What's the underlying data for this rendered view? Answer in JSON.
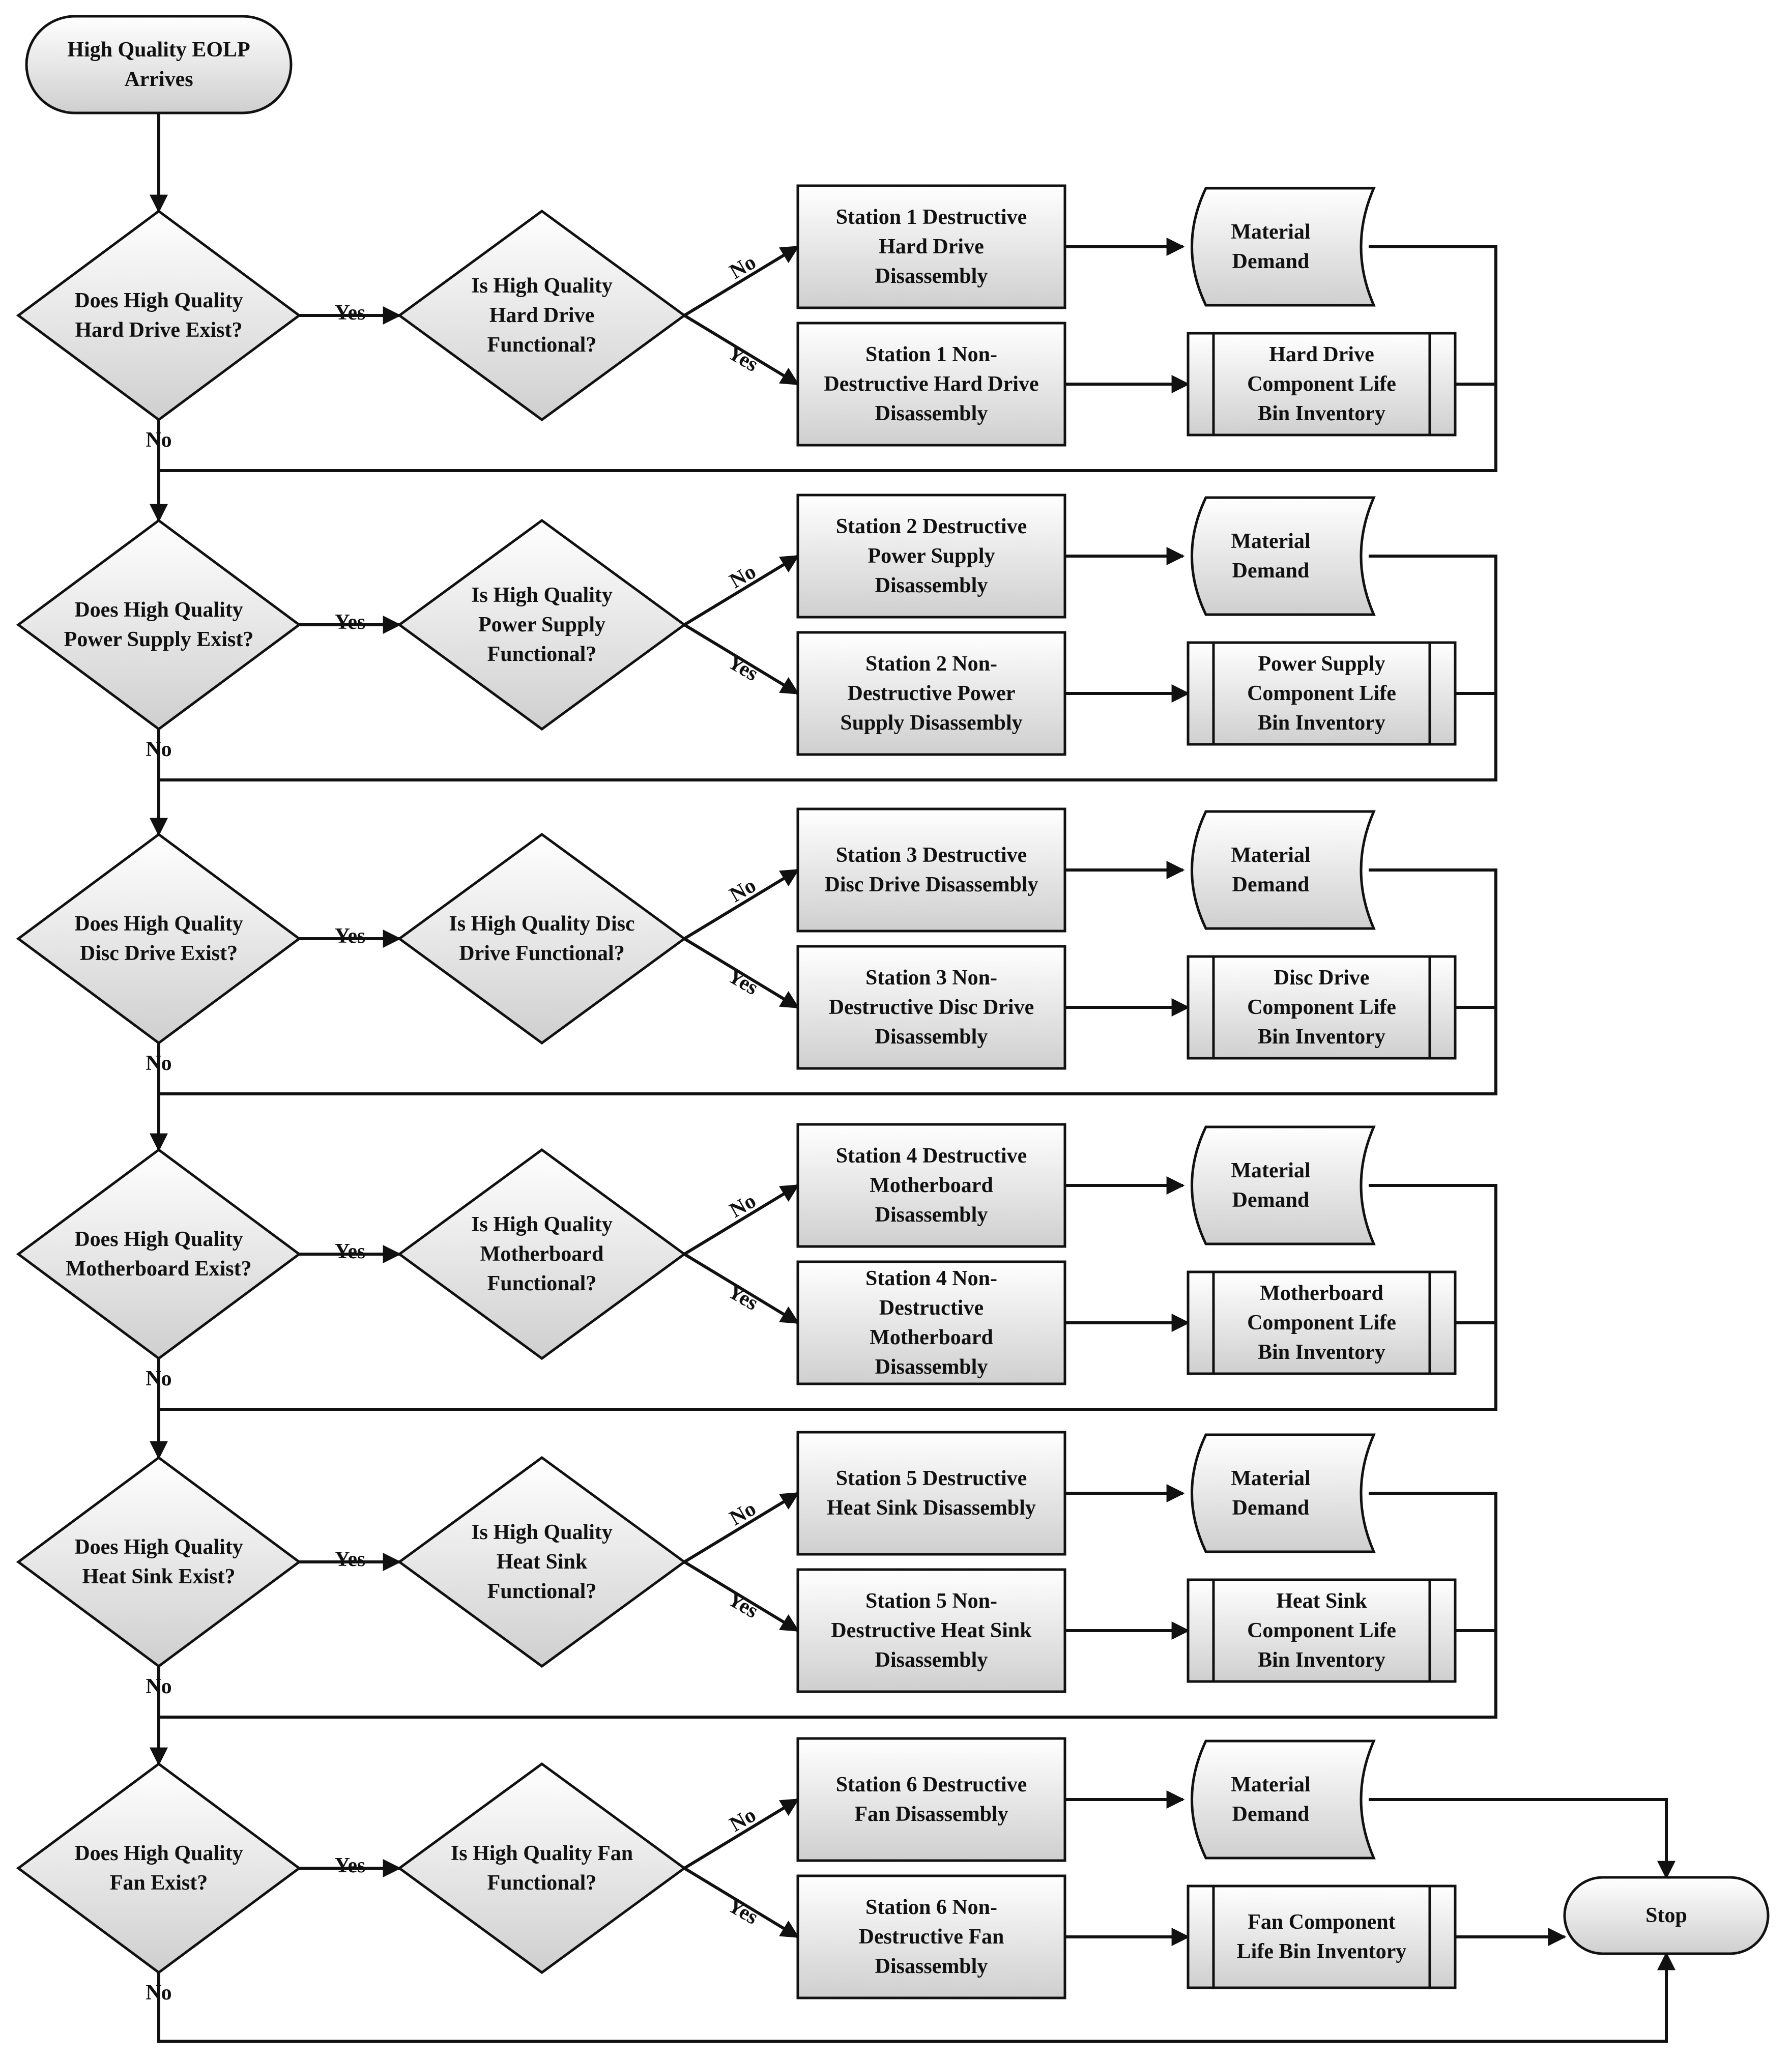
{
  "start": {
    "lines": [
      "High Quality EOLP",
      "Arrives"
    ]
  },
  "stop": {
    "lines": [
      "Stop"
    ]
  },
  "branch_labels": {
    "yes": "Yes",
    "no": "No"
  },
  "colors": {
    "stroke": "#111111",
    "fill_light": "#ffffff",
    "fill_dark": "#cfcfcf"
  },
  "rows": [
    {
      "exist": [
        "Does High Quality",
        "Hard Drive Exist?"
      ],
      "functional": [
        "Is High Quality",
        "Hard Drive",
        "Functional?"
      ],
      "destructive": [
        "Station 1 Destructive",
        "Hard Drive",
        "Disassembly"
      ],
      "nondestructive": [
        "Station 1 Non-",
        "Destructive Hard Drive",
        "Disassembly"
      ],
      "demand": [
        "Material",
        "Demand"
      ],
      "inventory": [
        "Hard Drive",
        "Component Life",
        "Bin Inventory"
      ]
    },
    {
      "exist": [
        "Does High Quality",
        "Power Supply Exist?"
      ],
      "functional": [
        "Is High Quality",
        "Power Supply",
        "Functional?"
      ],
      "destructive": [
        "Station 2 Destructive",
        "Power Supply",
        "Disassembly"
      ],
      "nondestructive": [
        "Station 2 Non-",
        "Destructive Power",
        "Supply Disassembly"
      ],
      "demand": [
        "Material",
        "Demand"
      ],
      "inventory": [
        "Power Supply",
        "Component Life",
        "Bin Inventory"
      ]
    },
    {
      "exist": [
        "Does High Quality",
        "Disc Drive Exist?"
      ],
      "functional": [
        "Is High Quality Disc",
        "Drive Functional?"
      ],
      "destructive": [
        "Station 3 Destructive",
        "Disc Drive Disassembly"
      ],
      "nondestructive": [
        "Station 3 Non-",
        "Destructive Disc Drive",
        "Disassembly"
      ],
      "demand": [
        "Material",
        "Demand"
      ],
      "inventory": [
        "Disc Drive",
        "Component Life",
        "Bin Inventory"
      ]
    },
    {
      "exist": [
        "Does High Quality",
        "Motherboard Exist?"
      ],
      "functional": [
        "Is High Quality",
        "Motherboard",
        "Functional?"
      ],
      "destructive": [
        "Station 4 Destructive",
        "Motherboard",
        "Disassembly"
      ],
      "nondestructive": [
        "Station 4 Non-",
        "Destructive",
        "Motherboard",
        "Disassembly"
      ],
      "demand": [
        "Material",
        "Demand"
      ],
      "inventory": [
        "Motherboard",
        "Component Life",
        "Bin Inventory"
      ]
    },
    {
      "exist": [
        "Does High Quality",
        "Heat Sink Exist?"
      ],
      "functional": [
        "Is High Quality",
        "Heat Sink",
        "Functional?"
      ],
      "destructive": [
        "Station 5 Destructive",
        "Heat Sink Disassembly"
      ],
      "nondestructive": [
        "Station 5 Non-",
        "Destructive Heat Sink",
        "Disassembly"
      ],
      "demand": [
        "Material",
        "Demand"
      ],
      "inventory": [
        "Heat Sink",
        "Component Life",
        "Bin Inventory"
      ]
    },
    {
      "exist": [
        "Does High Quality",
        "Fan Exist?"
      ],
      "functional": [
        "Is High Quality Fan",
        "Functional?"
      ],
      "destructive": [
        "Station 6 Destructive",
        "Fan Disassembly"
      ],
      "nondestructive": [
        "Station 6 Non-",
        "Destructive Fan",
        "Disassembly"
      ],
      "demand": [
        "Material",
        "Demand"
      ],
      "inventory": [
        "Fan Component",
        "Life Bin Inventory"
      ]
    }
  ]
}
